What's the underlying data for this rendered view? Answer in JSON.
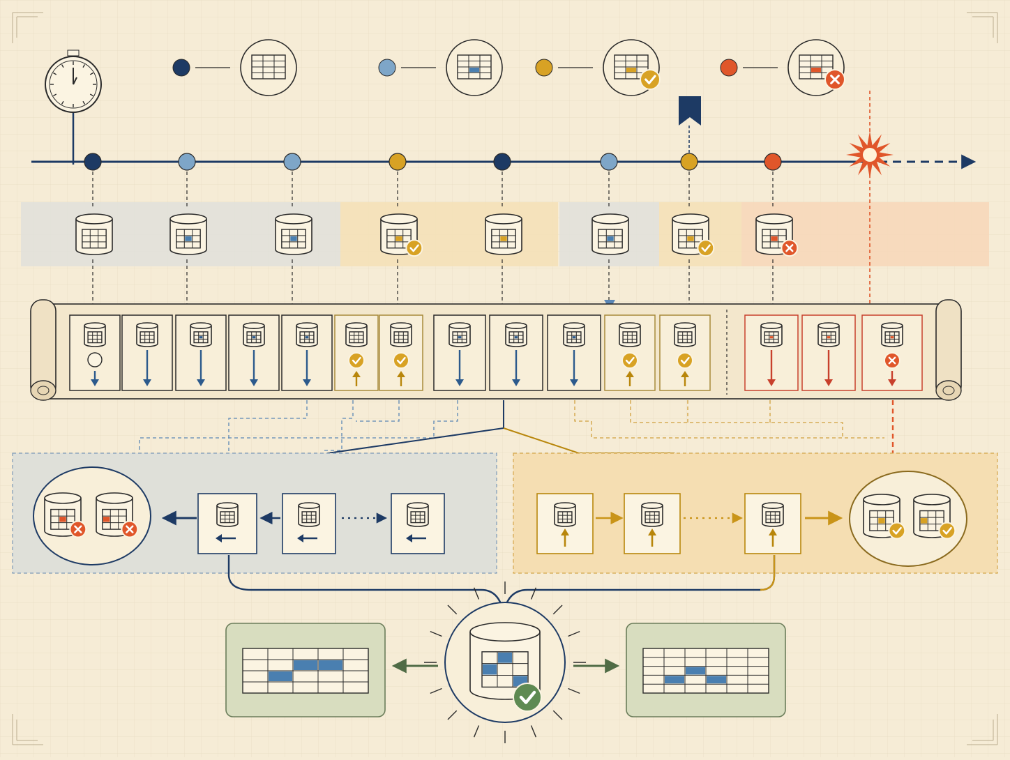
{
  "colors": {
    "paper": "#f6ecd6",
    "grid": "#e6d8bc",
    "ink": "#2a2a2a",
    "navy": "#1d3a64",
    "light_blue": "#7ea6c8",
    "gold": "#d8a224",
    "orange": "#e0562a",
    "red": "#c8402c",
    "green": "#5e7a52",
    "green_panel": "#d9dfc3",
    "blue_panel": "#dfe2df",
    "gold_panel": "#f5ddb0"
  },
  "legend": [
    {
      "state": "committed",
      "dot": "navy",
      "icon": "table-icon"
    },
    {
      "state": "pending-write",
      "dot": "light_blue",
      "icon": "table-highlight-icon"
    },
    {
      "state": "validated",
      "dot": "gold",
      "icon": "table-check-icon"
    },
    {
      "state": "failed",
      "dot": "orange",
      "icon": "table-error-icon"
    }
  ],
  "timeline": {
    "start_icon": "stopwatch-icon",
    "marker_icon": "bookmark-flag-icon",
    "failure_icon": "burst-icon",
    "events": [
      "navy",
      "light_blue",
      "light_blue",
      "gold",
      "navy",
      "light_blue",
      "gold",
      "orange"
    ]
  },
  "snapshots": [
    {
      "tint": "blue",
      "icon": "database-icon",
      "badge": "none"
    },
    {
      "tint": "blue",
      "icon": "database-highlight-icon",
      "badge": "none"
    },
    {
      "tint": "blue",
      "icon": "database-highlight-icon",
      "badge": "none"
    },
    {
      "tint": "gold",
      "icon": "database-check-icon",
      "badge": "check"
    },
    {
      "tint": "gold",
      "icon": "database-highlight-icon",
      "badge": "none"
    },
    {
      "tint": "blue",
      "icon": "database-highlight-icon",
      "badge": "none"
    },
    {
      "tint": "gold",
      "icon": "database-check-icon",
      "badge": "check"
    },
    {
      "tint": "orange",
      "icon": "database-error-icon",
      "badge": "error"
    }
  ],
  "log_entries": [
    {
      "kind": "undo",
      "mark": "circle"
    },
    {
      "kind": "undo",
      "mark": "none"
    },
    {
      "kind": "undo",
      "mark": "none"
    },
    {
      "kind": "undo",
      "mark": "none"
    },
    {
      "kind": "undo",
      "mark": "none"
    },
    {
      "kind": "redo",
      "mark": "check"
    },
    {
      "kind": "redo",
      "mark": "check"
    },
    {
      "kind": "undo",
      "mark": "none"
    },
    {
      "kind": "undo",
      "mark": "none"
    },
    {
      "kind": "undo",
      "mark": "none"
    },
    {
      "kind": "redo",
      "mark": "check"
    },
    {
      "kind": "redo",
      "mark": "check"
    },
    {
      "kind": "fail",
      "mark": "none"
    },
    {
      "kind": "fail",
      "mark": "none"
    },
    {
      "kind": "fail",
      "mark": "error"
    }
  ],
  "undo_phase": {
    "steps": [
      "undo-step",
      "undo-step",
      "undo-step"
    ],
    "result_icon": "database-error-pair-icon"
  },
  "redo_phase": {
    "steps": [
      "redo-step",
      "redo-step",
      "redo-step"
    ],
    "result_icon": "database-check-pair-icon"
  },
  "result": {
    "center_icon": "database-check-icon",
    "left_icon": "table-icon",
    "right_icon": "table-icon"
  }
}
